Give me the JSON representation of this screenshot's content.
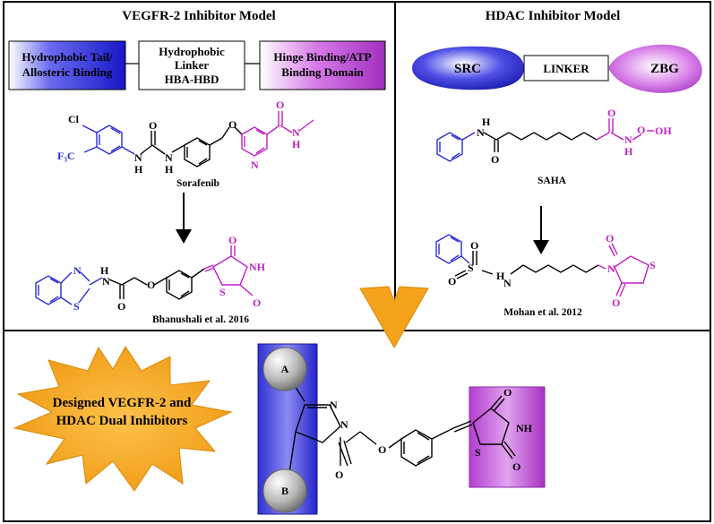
{
  "panels": {
    "vegfr": {
      "title": "VEGFR-2 Inhibitor Model",
      "box_tail": [
        "Hydrophobic Tail/",
        "Allosteric Binding"
      ],
      "box_linker": [
        "Hydrophobic",
        "Linker",
        "HBA-HBD"
      ],
      "box_hinge": [
        "Hinge Binding/ATP",
        "Binding Domain"
      ],
      "compound1": "Sorafenib",
      "compound2": "Bhanushali et al. 2016"
    },
    "hdac": {
      "title": "HDAC Inhibitor Model",
      "src": "SRC",
      "linker": "LINKER",
      "zbg": "ZBG",
      "compound1": "SAHA",
      "compound2": "Mohan et al. 2012"
    },
    "designed": {
      "label": [
        "Designed VEGFR-2 and",
        "HDAC Dual Inhibitors"
      ],
      "ring_a": "A",
      "ring_b": "B"
    }
  },
  "atoms": {
    "cl": "Cl",
    "cf3": "F₃C",
    "o": "O",
    "n": "N",
    "h": "H",
    "s": "S",
    "nh": "NH",
    "oh": "OH",
    "hn": "HN"
  },
  "colors": {
    "blue": "#2b2bd6",
    "magenta": "#c21fc2",
    "orange": "#f5a31a",
    "black": "#000000"
  }
}
